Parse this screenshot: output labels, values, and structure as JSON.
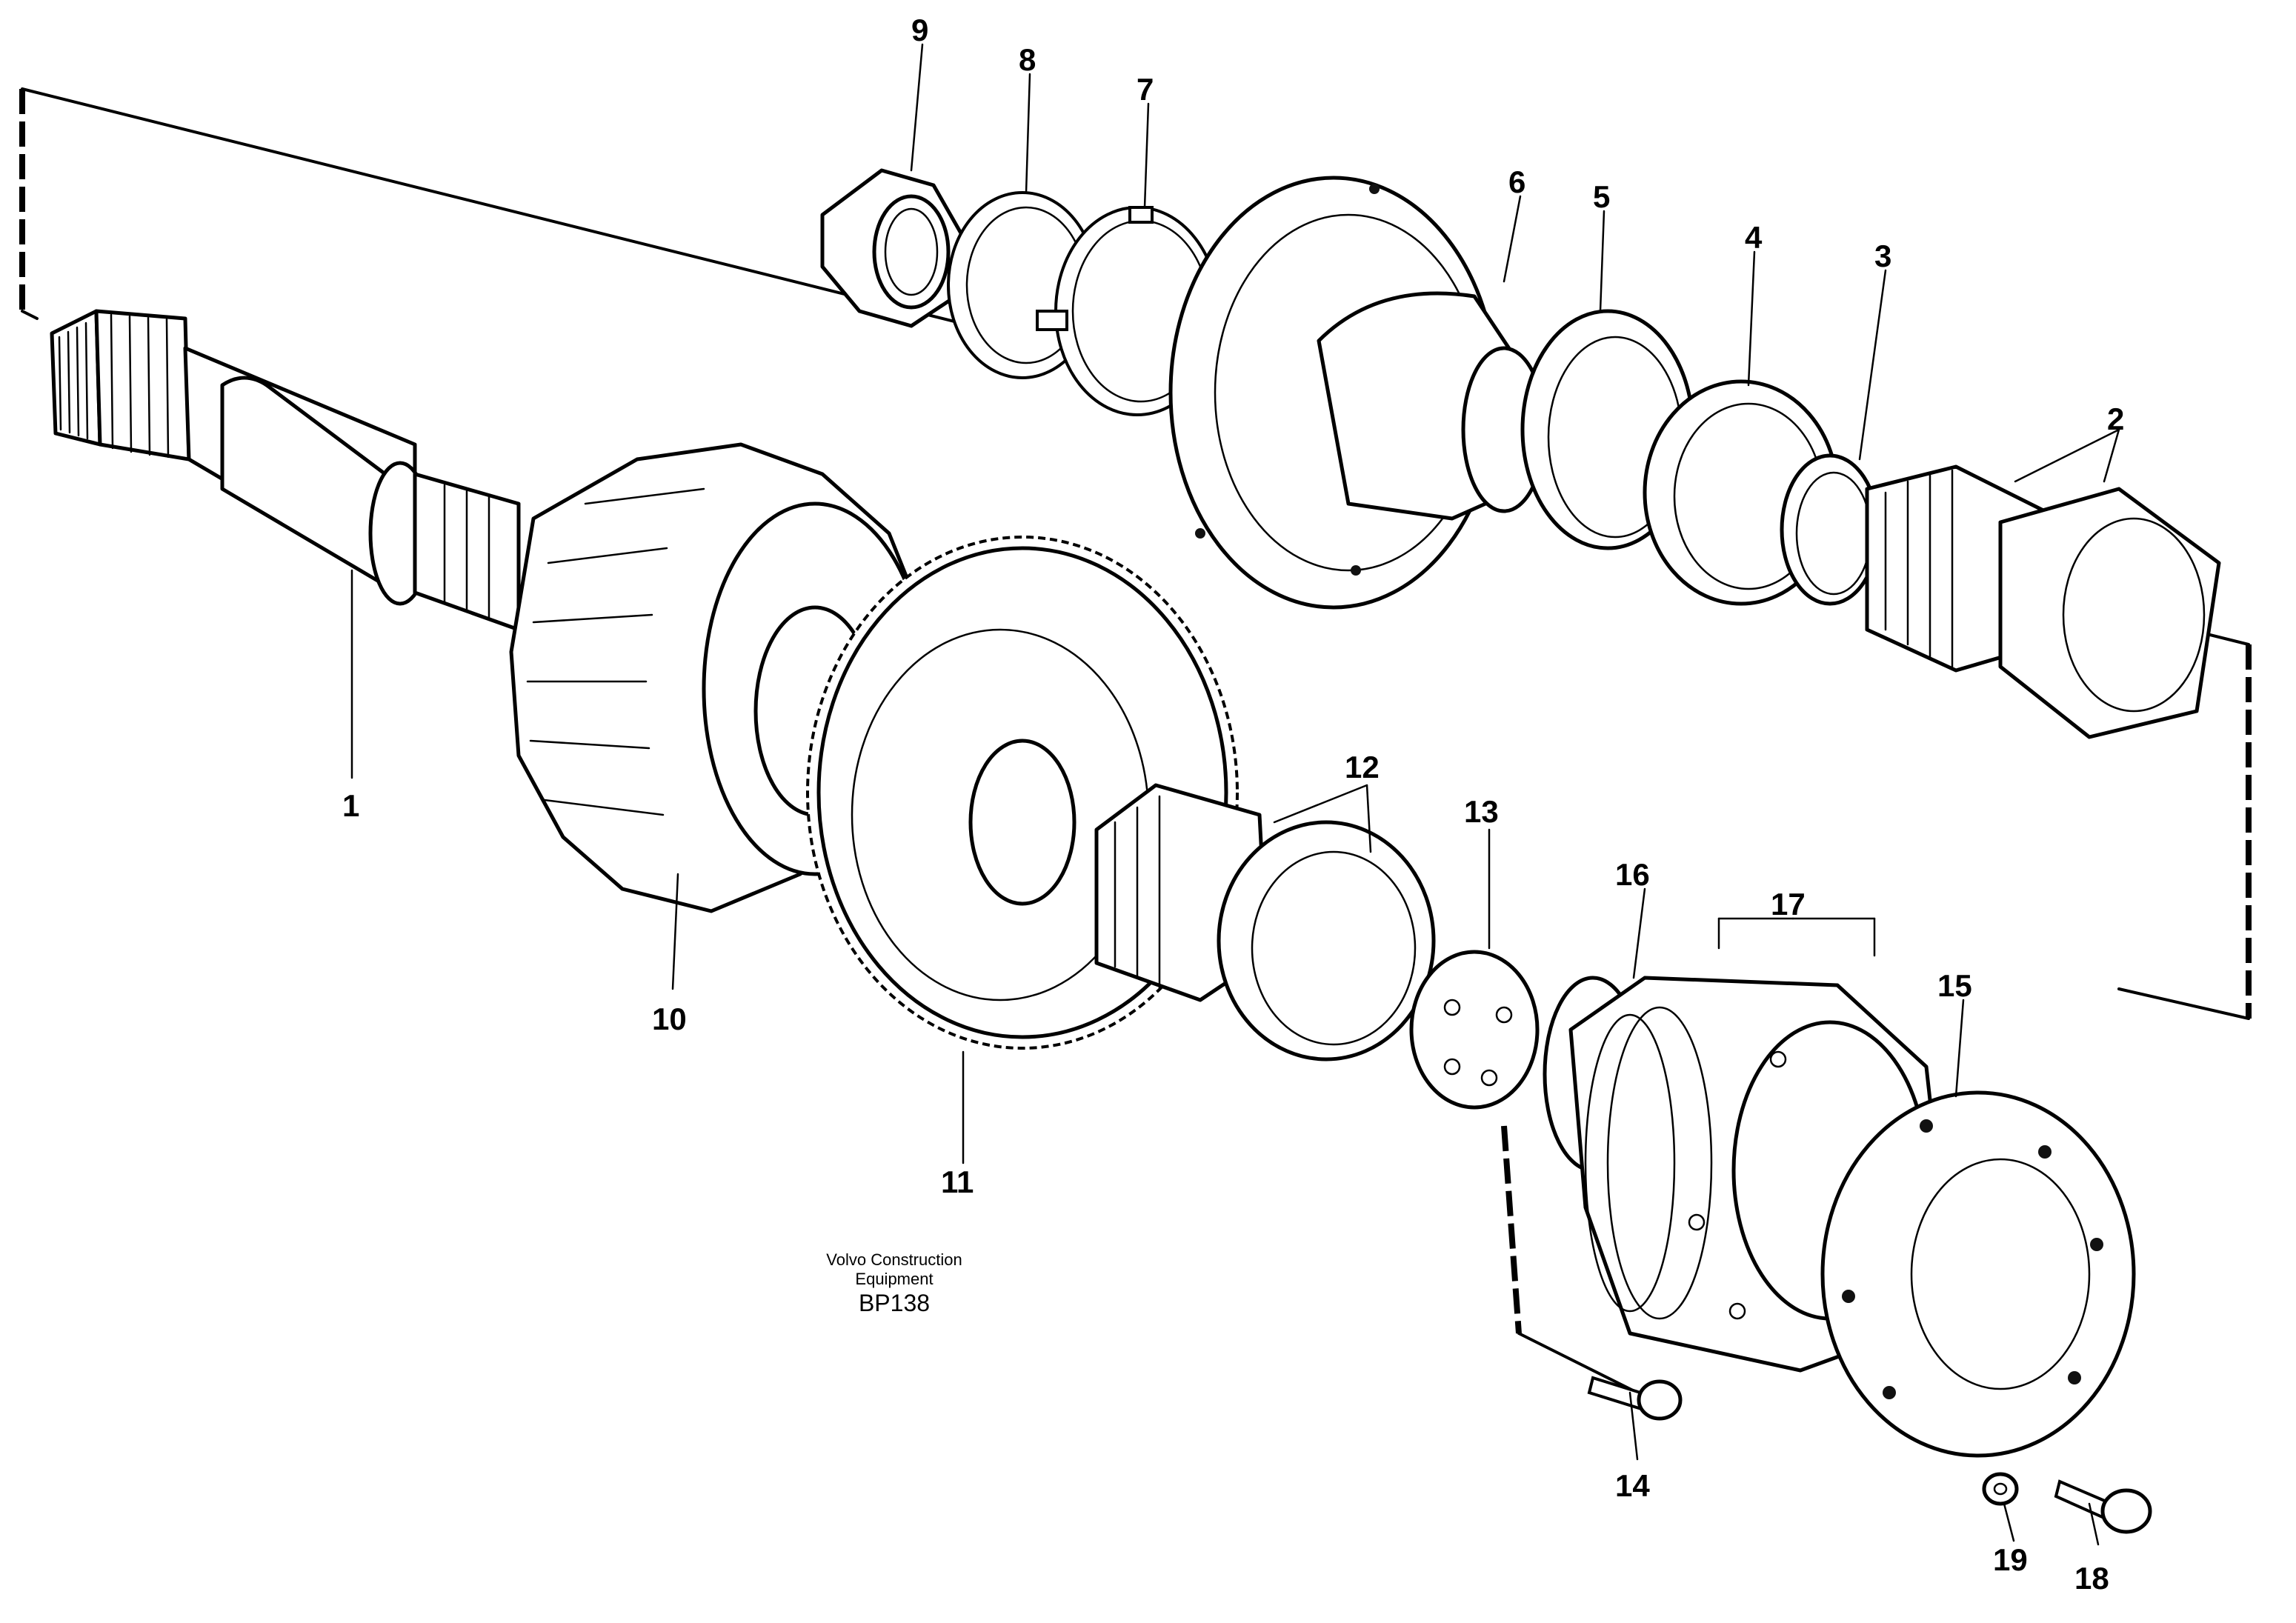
{
  "diagram": {
    "caption_line1": "Volvo Construction",
    "caption_line2": "Equipment",
    "code": "BP138"
  },
  "callouts": {
    "c1": "1",
    "c2": "2",
    "c3": "3",
    "c4": "4",
    "c5": "5",
    "c6": "6",
    "c7": "7",
    "c8": "8",
    "c9": "9",
    "c10": "10",
    "c11": "11",
    "c12": "12",
    "c13": "13",
    "c14": "14",
    "c15": "15",
    "c16": "16",
    "c17": "17",
    "c18": "18",
    "c19": "19"
  }
}
